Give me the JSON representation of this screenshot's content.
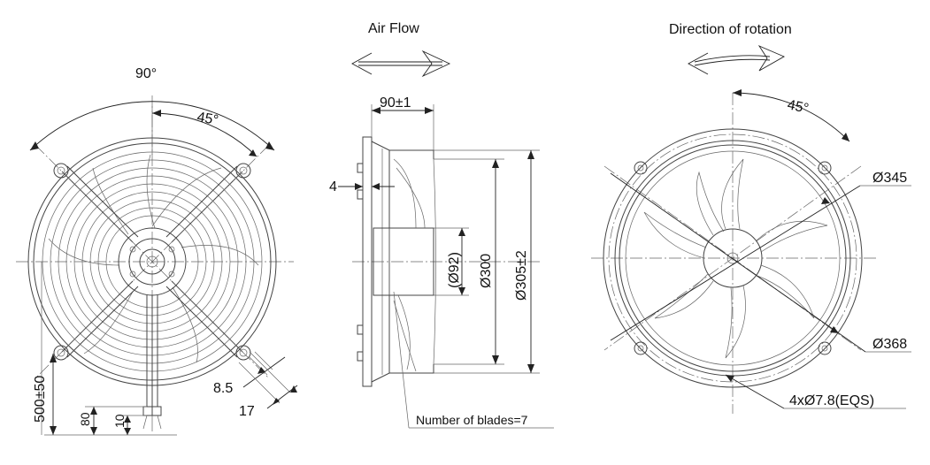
{
  "titles": {
    "air_flow": "Air Flow",
    "rotation": "Direction of rotation"
  },
  "front_view": {
    "angle_90": "90°",
    "angle_45": "45°",
    "cable_length": "500±50",
    "dim_80": "80",
    "dim_10": "10",
    "dim_8_5": "8.5",
    "dim_17": "17"
  },
  "side_view": {
    "depth": "90±1",
    "dim_4": "4",
    "hub_diameter": "(Ø92)",
    "diameter_300": "Ø300",
    "diameter_305": "Ø305±2",
    "blades_note": "Number of blades=7"
  },
  "rear_view": {
    "angle_45": "45°",
    "diameter_345": "Ø345",
    "diameter_368": "Ø368",
    "holes": "4xØ7.8(EQS)"
  }
}
